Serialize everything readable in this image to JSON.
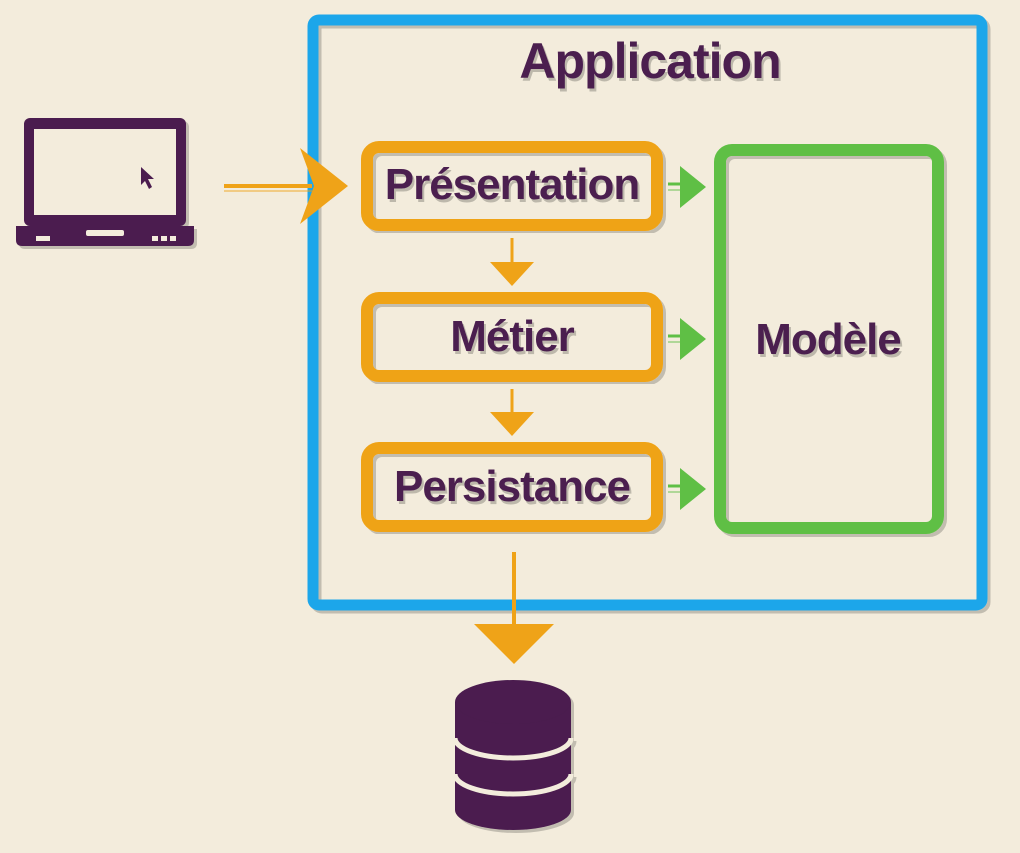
{
  "application": {
    "title": "Application"
  },
  "layers": {
    "presentation": "Présentation",
    "metier": "Métier",
    "persistance": "Persistance"
  },
  "model": {
    "label": "Modèle"
  },
  "icons": {
    "client": "laptop-icon",
    "storage": "database-icon"
  },
  "colors": {
    "background": "#f3ecdc",
    "application_border": "#1ea6ea",
    "layer_border": "#efa318",
    "model_border": "#5fbf45",
    "text": "#4b1f4f",
    "icon": "#4b1f4f"
  }
}
